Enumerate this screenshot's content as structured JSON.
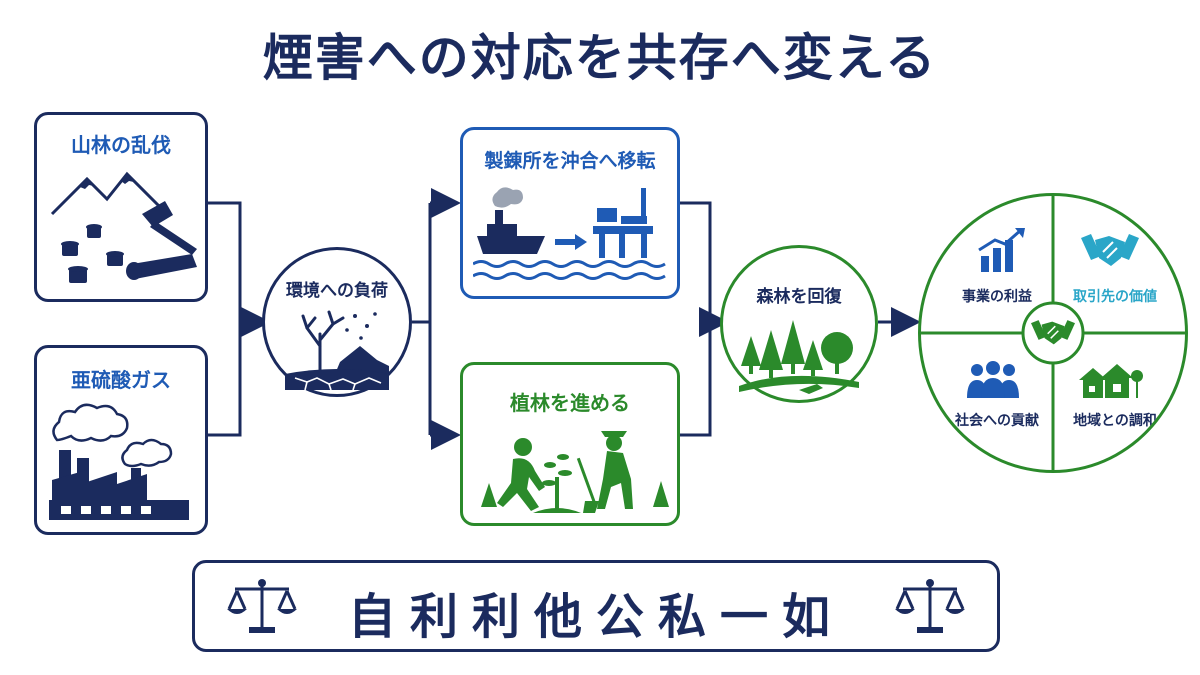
{
  "title": "煙害への対応を共存へ変える",
  "causes": {
    "logging": "山林の乱伐",
    "gas": "亜硫酸ガス"
  },
  "burden": "環境への負荷",
  "responses": {
    "relocation": "製錬所を沖合へ移転",
    "planting": "植林を進める"
  },
  "recovery": "森林を回復",
  "outcomes": {
    "profit": "事業の利益",
    "partners": "取引先の価値",
    "society": "社会への貢献",
    "community": "地域との調和"
  },
  "motto": "自利利他公私一如",
  "colors": {
    "navy": "#1b2b5e",
    "blue": "#1f5bb5",
    "green": "#2b8a2b",
    "teal": "#2aa6c8"
  },
  "icons": {
    "logging": "mountain-stump-axe-icon",
    "gas": "factory-smoke-icon",
    "burden": "dead-tree-icon",
    "relocation": "ship-to-platform-icon",
    "planting": "planting-people-icon",
    "recovery": "forest-icon",
    "profit": "bar-chart-icon",
    "partners": "handshake-icon",
    "society": "people-group-icon",
    "community": "houses-icon",
    "center": "handshake-icon",
    "scale": "balance-scale-icon"
  }
}
